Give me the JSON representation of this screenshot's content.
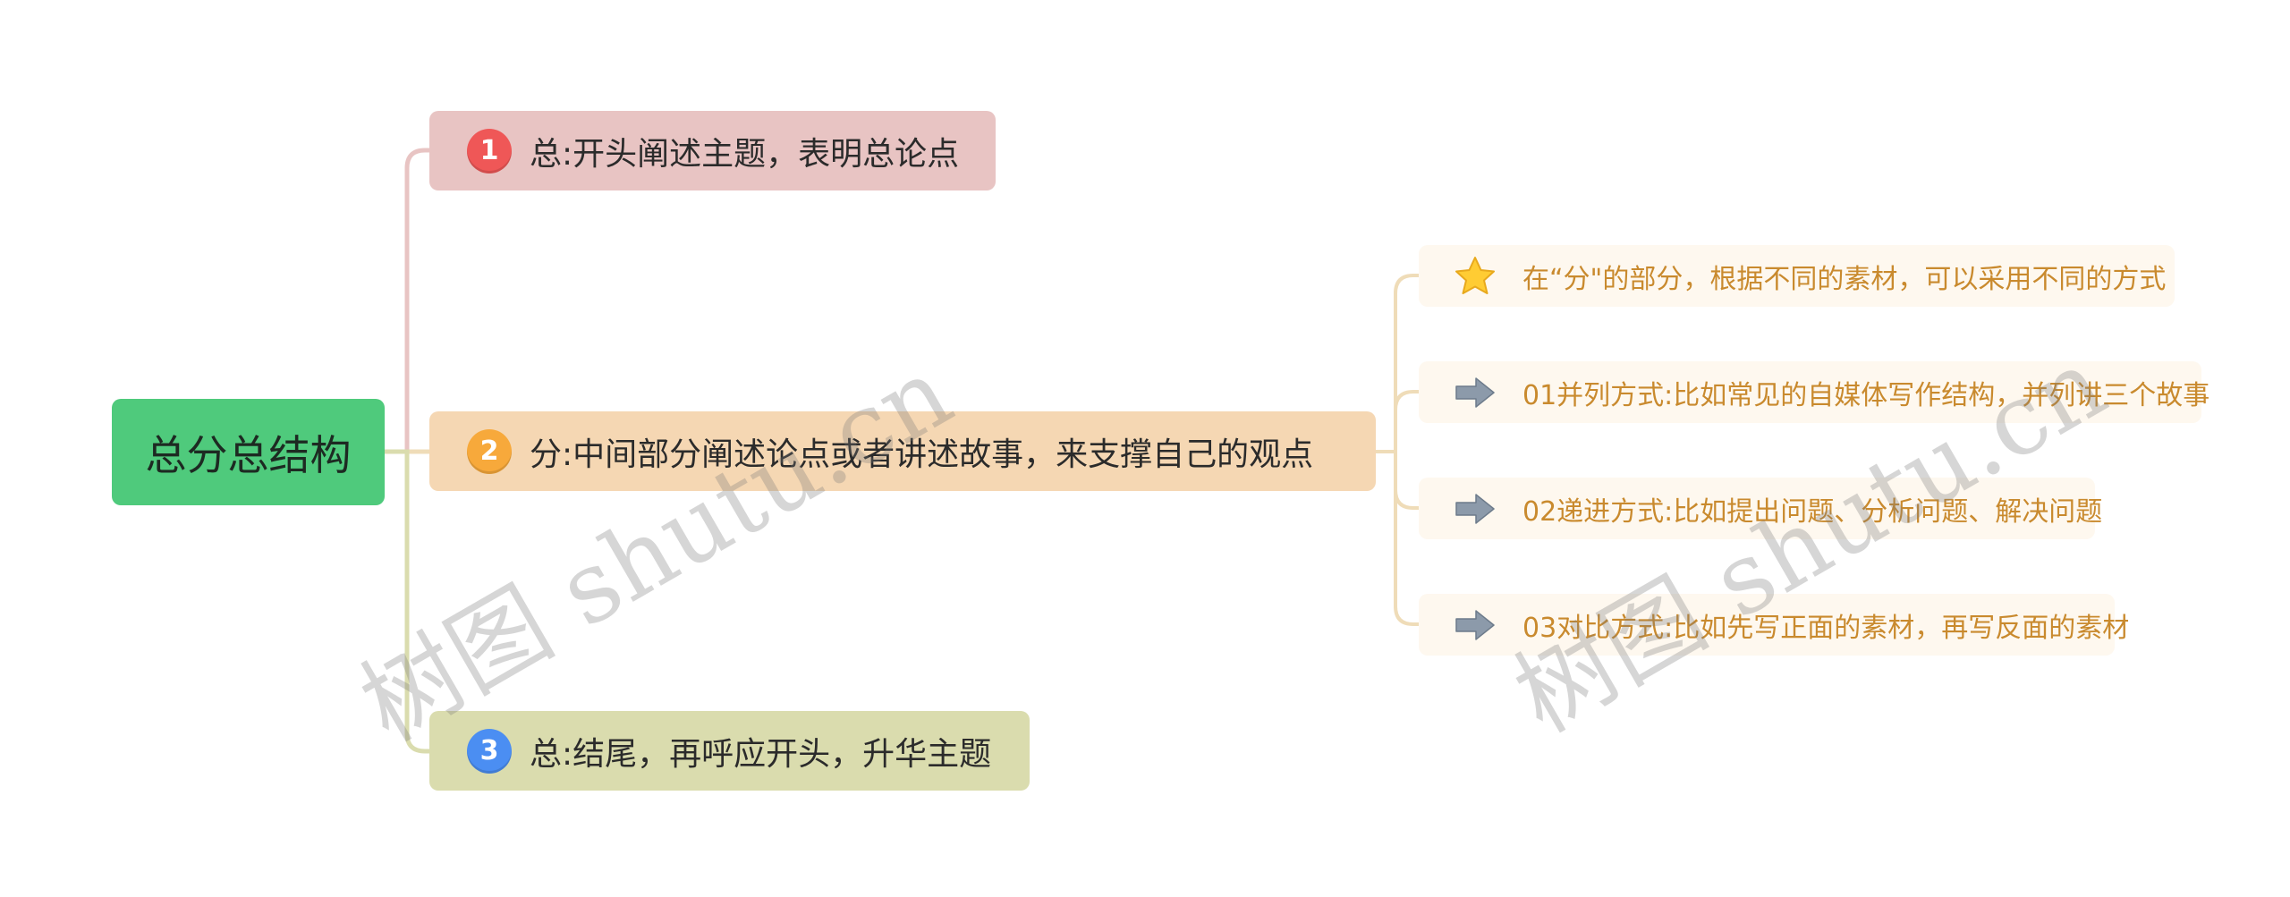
{
  "root": {
    "label": "总分总结构",
    "color": "#4fca7c"
  },
  "branches": [
    {
      "badge": "1",
      "badge_color": "#ef5757",
      "label": "总:开头阐述主题，表明总论点",
      "color": "#e8c4c3",
      "connector_color": "#e8c4c3"
    },
    {
      "badge": "2",
      "badge_color": "#f7a93b",
      "label": "分:中间部分阐述论点或者讲述故事，来支撑自己的观点",
      "color": "#f5d7b3",
      "connector_color": "#efdcb8"
    },
    {
      "badge": "3",
      "badge_color": "#4b8ef2",
      "label": "总:结尾，再呼应开头，升华主题",
      "color": "#dadcae",
      "connector_color": "#dadcae"
    }
  ],
  "leaves": [
    {
      "icon": "star-icon",
      "label": "在“分\"的部分，根据不同的素材，可以采用不同的方式"
    },
    {
      "icon": "arrow-right-icon",
      "label": "01并列方式:比如常见的自媒体写作结构，并列讲三个故事"
    },
    {
      "icon": "arrow-right-icon",
      "label": "02递进方式:比如提出问题、分析问题、解决问题"
    },
    {
      "icon": "arrow-right-icon",
      "label": "03对比方式:比如先写正面的素材，再写反面的素材"
    }
  ],
  "leaf_text_color": "#c98a2e",
  "watermarks": [
    "树图 shutu.cn",
    "树图 shutu.cn"
  ]
}
